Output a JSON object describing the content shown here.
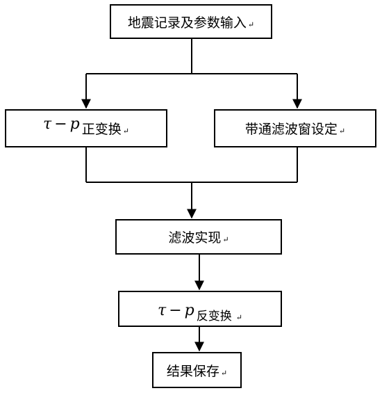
{
  "nodes": {
    "input": {
      "text": "地震记录及参数输入",
      "mark": "↵"
    },
    "forward": {
      "math_left": "τ",
      "math_op": "−",
      "math_right": "p",
      "text": "正变换",
      "mark": "↵"
    },
    "window": {
      "text": "带通滤波窗设定",
      "mark": "↵"
    },
    "filter": {
      "text": "滤波实现",
      "mark": "↵"
    },
    "inverse": {
      "math_left": "τ",
      "math_op": "−",
      "math_right": "p",
      "text": "反变换",
      "mark": "↵"
    },
    "save": {
      "text": "结果保存",
      "mark": "↵"
    }
  }
}
